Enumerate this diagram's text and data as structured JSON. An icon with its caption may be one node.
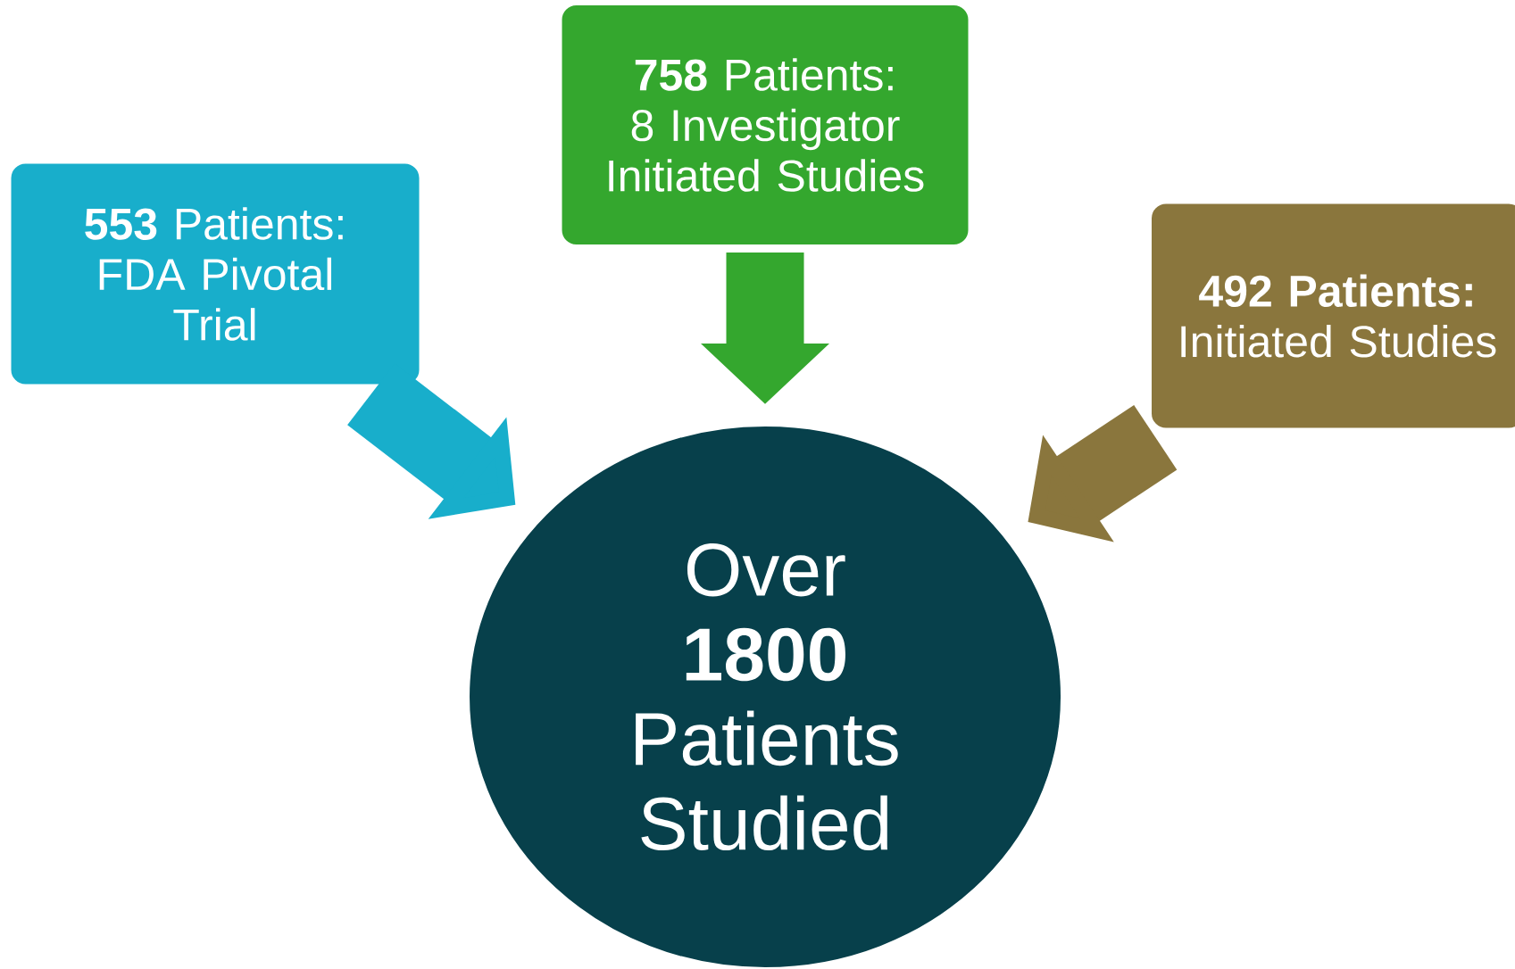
{
  "diagram": {
    "nodes": [
      {
        "text": [
          "**553** Patients: FDA Pivotal Trial"
        ]
      },
      {
        "text": [
          "**758** Patients: 8 Investigator Initiated Studies"
        ]
      },
      {
        "text": [
          "**492 Patients:** Initiated Studies"
        ]
      },
      {
        "text": [
          "Over **1800** Patients Studied"
        ]
      }
    ],
    "edges": [
      {
        "from": 0,
        "to": 3,
        "arrow": "to",
        "color": "#18aecb"
      },
      {
        "from": 1,
        "to": 3,
        "arrow": "to",
        "color": "#34a72e"
      },
      {
        "from": 2,
        "to": 3,
        "arrow": "to",
        "color": "#8a763d"
      }
    ]
  }
}
